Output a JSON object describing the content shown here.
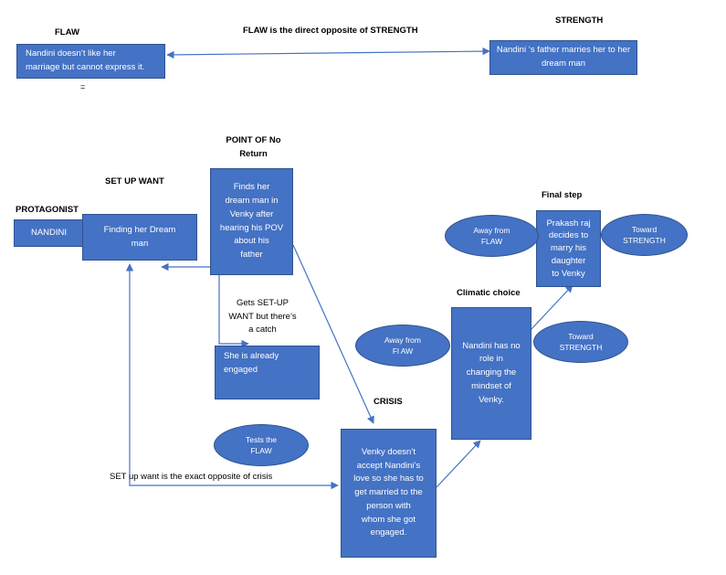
{
  "labels": {
    "flaw": "FLAW",
    "strength": "STRENGTH",
    "flaw_opposite": "FLAW is the direct opposite of STRENGTH",
    "equals": "=",
    "point_of_no_return": "POINT OF No\nReturn",
    "set_up_want": "SET UP WANT",
    "protagonist": "PROTAGONIST",
    "final_step": "Final step",
    "climatic_choice": "Climatic choice",
    "gets_set_up_want": "Gets SET-UP\nWANT but there’s\na catch",
    "crisis": "CRISIS",
    "set_up_opposite": "SET up want is the exact opposite of crisis"
  },
  "boxes": {
    "flaw_box": "Nandini doesn’t like her\nmarriage but cannot express it.",
    "strength_box": "Nandini ‘s father marries her to her\ndream man",
    "nandini": "NANDINI",
    "finding_dream_man": "Finding her Dream\nman",
    "finds_dream_man": "Finds her\ndream man in\nVenky after\nhearing his POV\nabout his\nfather",
    "already_engaged": "She is already\nengaged",
    "venky_doesnt_accept": "Venky doesn’t\naccept Nandini’s\nlove so she has to\nget married to the\nperson with\nwhom she got\nengaged.",
    "no_role": "Nandini has no\nrole in\nchanging the\nmindset of\nVenky.",
    "prakash_raj": "Prakash raj\ndecides to\nmarry his\ndaughter\nto Venky"
  },
  "ovals": {
    "away_flaw_top": "Away from\nFLAW",
    "toward_strength_top": "Toward\nSTRENGTH",
    "away_flaw_mid": "Away from\nFl AW",
    "toward_strength_mid": "Toward\nSTRENGTH",
    "tests_flaw": "Tests the\nFLAW"
  },
  "colors": {
    "shape_fill": "#4472c4",
    "shape_border": "#2f528f",
    "connector": "#4472c4"
  }
}
